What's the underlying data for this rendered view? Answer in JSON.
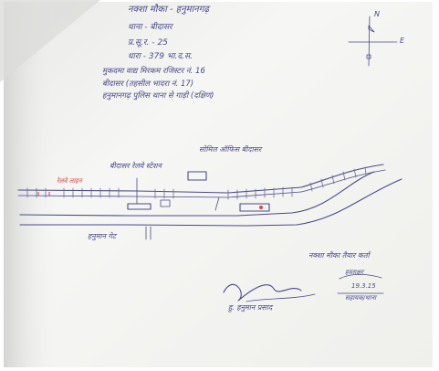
{
  "document": {
    "header_lines": [
      "नक्शा मौका - हनुमानगढ़",
      "थाना - बीदासर",
      "प्र.सू.र. - 25",
      "धारा - 379 भा.द.स.",
      "मुकदमा वाद्य मिरकम रजिस्टर नं. 16",
      "बीदासर (तहसील भादरा नं. 17)",
      "हनुमानगढ़ पुलिस थाना से गाड़ी (दक्षिण)"
    ],
    "map_labels": {
      "railway_label": "रेलवे लाइन",
      "station_label": "बीदासर रेलवे स्टेशन",
      "office_label": "सोमिल ऑफिस बीदासर",
      "bus_stand_label": "हनुमान गेट"
    },
    "footer": {
      "prepared_by": "नक्शा मौका तैयार कर्ता",
      "signature_left": "हु. हनुमान प्रसाद",
      "signature_right_top": "हस्ताक्षर",
      "signature_right_date": "19.3.15",
      "signature_right_post": "सहायक/थाना"
    },
    "compass": {
      "north_label": "N",
      "east_label": "E"
    }
  }
}
